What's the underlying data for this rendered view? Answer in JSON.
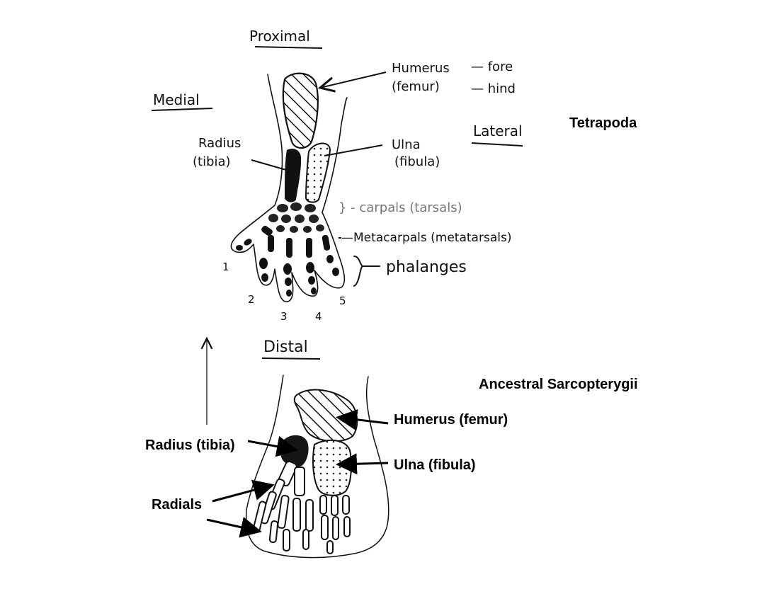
{
  "tetrapoda": {
    "title": "Tetrapoda",
    "orientation": {
      "proximal": "Proximal",
      "distal": "Distal",
      "medial": "Medial",
      "lateral": "Lateral"
    },
    "labels": {
      "humerus": "Humerus",
      "fore": "— fore",
      "femur": "(femur)",
      "hind": "— hind",
      "radius": "Radius",
      "tibia": "(tibia)",
      "ulna": "Ulna",
      "fibula": "(fibula)",
      "carpals": "} - carpals (tarsals)",
      "metacarpals": "—Metacarpals (metatarsals)",
      "phalanges": "phalanges"
    },
    "digits": [
      "1",
      "2",
      "3",
      "4",
      "5"
    ]
  },
  "sarcopterygii": {
    "title": "Ancestral Sarcopterygii",
    "labels": {
      "humerus": "Humerus (femur)",
      "radius": "Radius (tibia)",
      "ulna": "Ulna (fibula)",
      "radials": "Radials"
    }
  }
}
